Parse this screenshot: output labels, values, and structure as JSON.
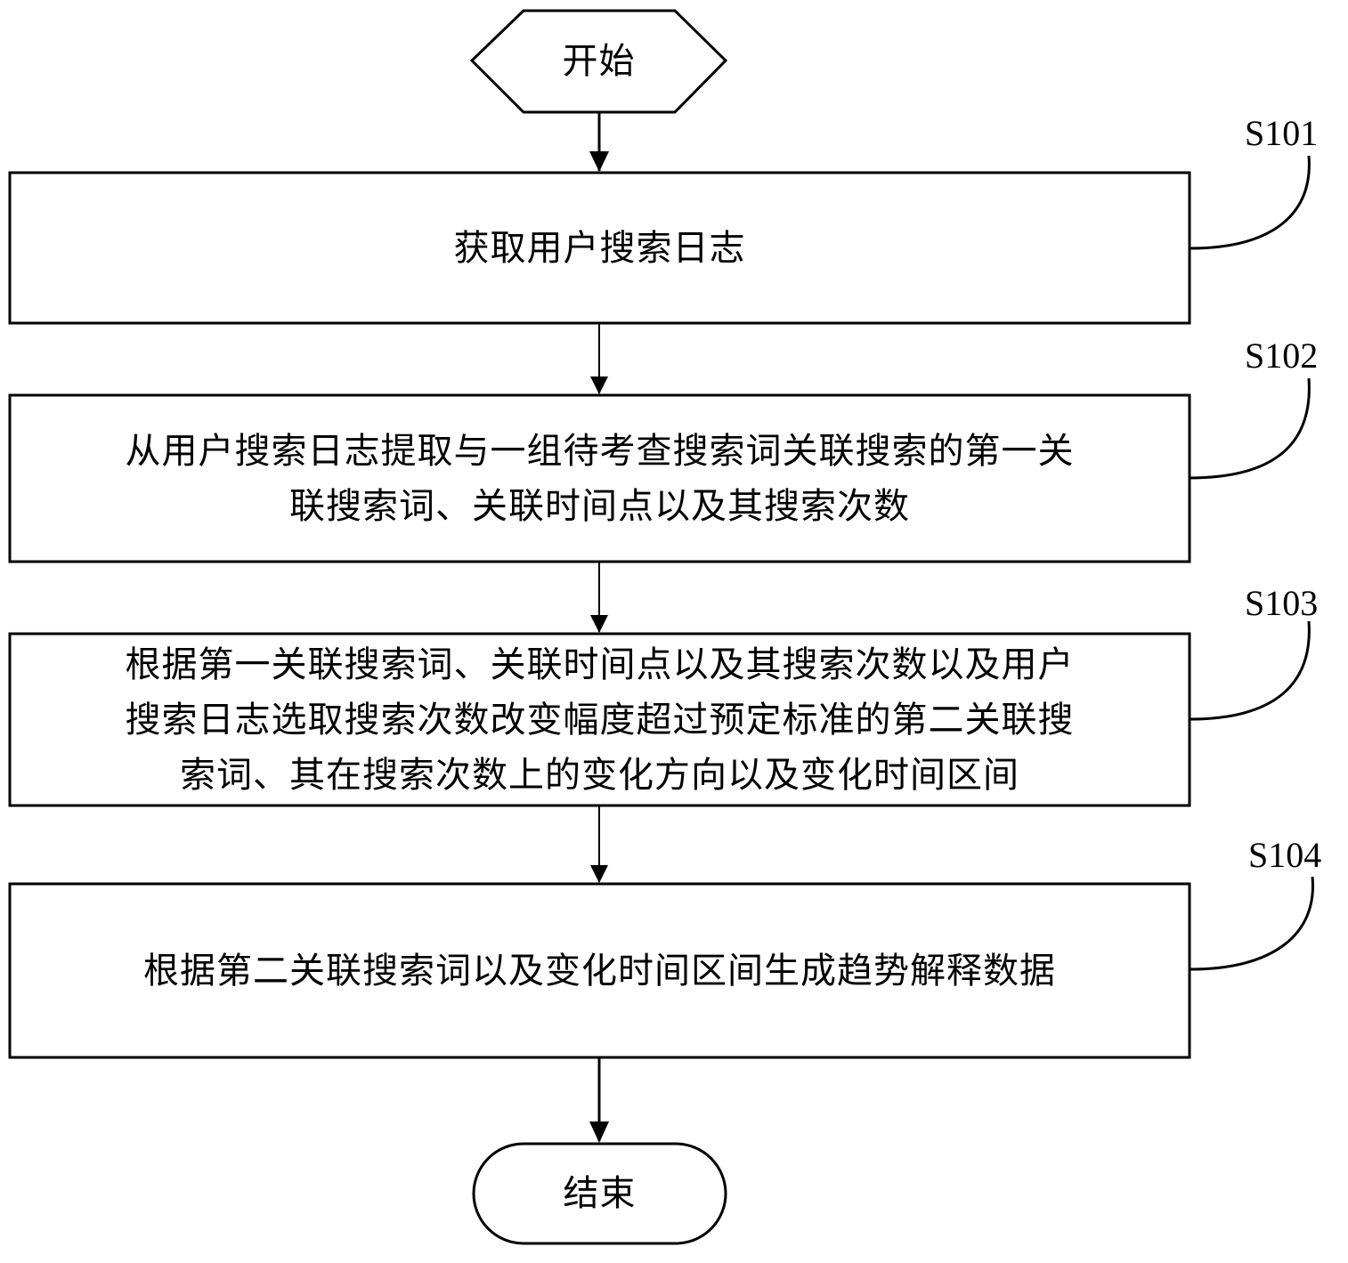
{
  "start": {
    "label": "开始"
  },
  "end": {
    "label": "结束"
  },
  "steps": [
    {
      "id": "S101",
      "lines": [
        "获取用户搜索日志"
      ]
    },
    {
      "id": "S102",
      "lines": [
        "从用户搜索日志提取与一组待考查搜索词关联搜索的第一关",
        "联搜索词、关联时间点以及其搜索次数"
      ]
    },
    {
      "id": "S103",
      "lines": [
        "根据第一关联搜索词、关联时间点以及其搜索次数以及用户",
        "搜索日志选取搜索次数改变幅度超过预定标准的第二关联搜",
        "索词、其在搜索次数上的变化方向以及变化时间区间"
      ]
    },
    {
      "id": "S104",
      "lines": [
        "根据第二关联搜索词以及变化时间区间生成趋势解释数据"
      ]
    }
  ]
}
